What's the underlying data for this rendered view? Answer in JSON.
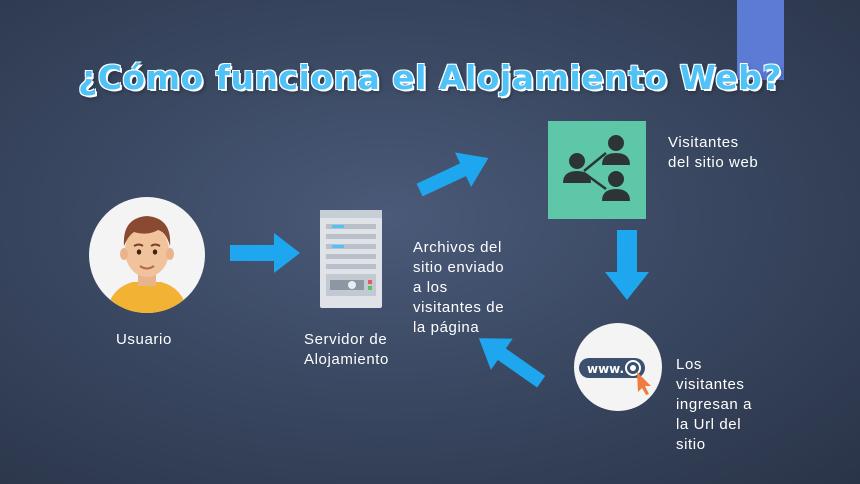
{
  "title": "¿Cómo funciona el Alojamiento Web?",
  "nodes": {
    "usuario": "Usuario",
    "servidor_line1": "Servidor de",
    "servidor_line2": "Alojamiento",
    "archivos": [
      "Archivos del",
      "sitio enviado",
      "a los",
      "visitantes de",
      "la página"
    ],
    "visitantes": [
      "Visitantes",
      "del sitio web"
    ],
    "ingresan": [
      "Los",
      "visitantes",
      "ingresan a",
      "la Url del",
      "sitio"
    ],
    "www_badge": "www."
  },
  "colors": {
    "accent": "#4fc3f7",
    "arrow": "#1ea7ef",
    "corner": "#5b7bd5",
    "visitors_box": "#5ec7a8"
  },
  "icons": [
    "user-avatar-icon",
    "server-icon",
    "visitors-network-icon",
    "www-click-icon",
    "arrow-icon"
  ]
}
